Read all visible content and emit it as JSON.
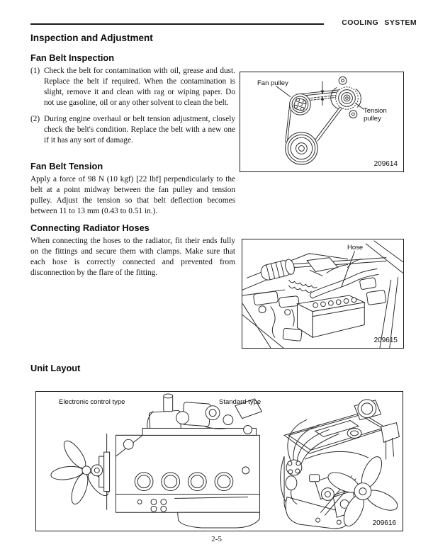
{
  "header": {
    "chapter": "COOLING SYSTEM"
  },
  "sections": {
    "main_title": "Inspection and Adjustment",
    "fan_belt_inspection": {
      "title": "Fan Belt Inspection",
      "items": [
        {
          "num": "(1)",
          "text": "Check the belt for contamination with oil, grease and dust.  Replace the belt if required.  When the contamination is slight, remove it and clean with rag or wiping paper.  Do not use gasoline, oil or any other solvent to clean the belt."
        },
        {
          "num": "(2)",
          "text": "During engine overhaul or belt tension adjustment, closely check the belt's condition.  Replace the belt with a new one if it has any sort of damage."
        }
      ]
    },
    "fan_belt_tension": {
      "title": "Fan Belt Tension",
      "body": "Apply a force of 98 N (10 kgf) [22 lbf] perpendicularly to the belt at a point midway between the fan pulley and tension pulley.  Adjust the tension so that belt deflection becomes between 11 to 13 mm (0.43 to 0.51 in.)."
    },
    "connecting_radiator_hoses": {
      "title": "Connecting Radiator Hoses",
      "body": "When connecting the hoses to the radiator, fit their ends fully on the fittings and secure them with clamps.  Make sure that each hose is correctly connected and prevented from disconnection by the flare of the fitting."
    },
    "unit_layout": {
      "title": "Unit Layout"
    }
  },
  "figures": {
    "fan_belt": {
      "fan_pulley_label": "Fan pulley",
      "tension_pulley_label": "Tension pulley",
      "number": "209614"
    },
    "radiator_hose": {
      "hose_label": "Hose",
      "number": "209615"
    },
    "unit_layout": {
      "electronic_label": "Electronic control type",
      "standard_label": "Standard type",
      "number": "209616"
    }
  },
  "footer": {
    "page_number": "2-5"
  }
}
